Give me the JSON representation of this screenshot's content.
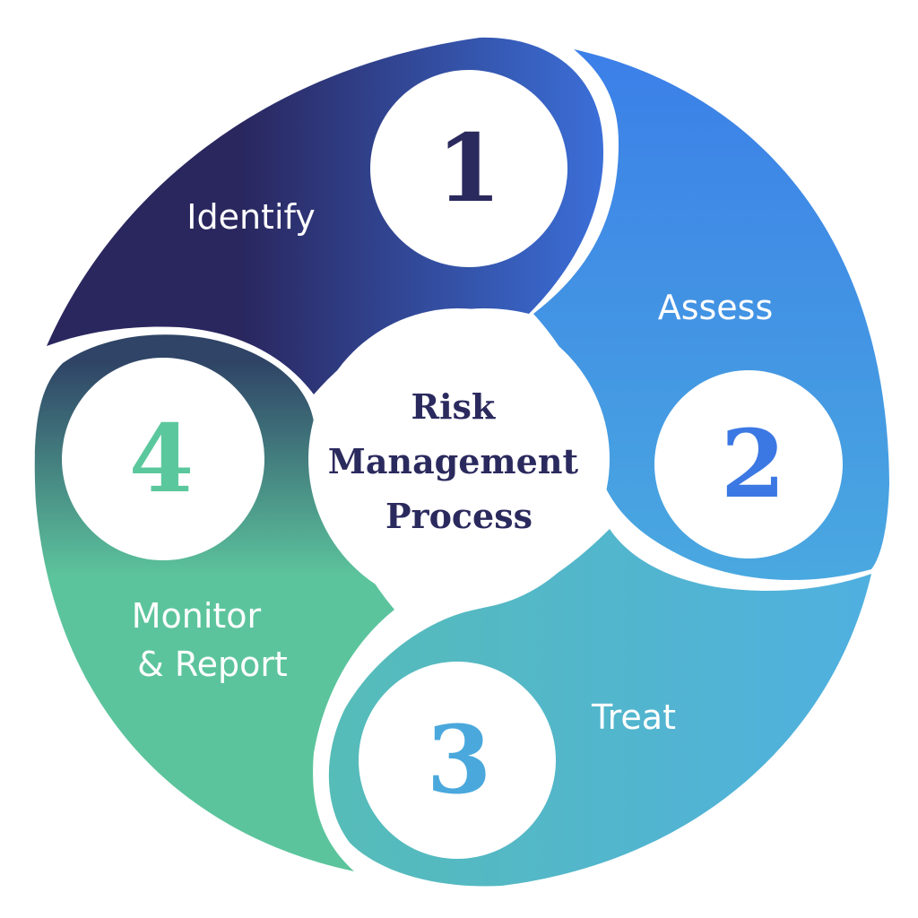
{
  "title": {
    "lines": [
      "Risk",
      "Management",
      "Process"
    ],
    "color": "#2b2a5e"
  },
  "stages": [
    {
      "number": "1",
      "label_lines": [
        "Identify"
      ],
      "color_start": "#2a275f",
      "color_end": "#3b6fd8",
      "number_color": "#2b2a5e"
    },
    {
      "number": "2",
      "label_lines": [
        "Assess"
      ],
      "color_start": "#3b7fe8",
      "color_end": "#4aa8e0",
      "number_color": "#3b78e3"
    },
    {
      "number": "3",
      "label_lines": [
        "Treat"
      ],
      "color_start": "#4fb0e0",
      "color_end": "#56bcb8",
      "number_color": "#4aa8dc"
    },
    {
      "number": "4",
      "label_lines": [
        "Monitor",
        "& Report"
      ],
      "color_start": "#2f4466",
      "color_end": "#5cc49c",
      "number_color": "#5bc79d"
    }
  ]
}
